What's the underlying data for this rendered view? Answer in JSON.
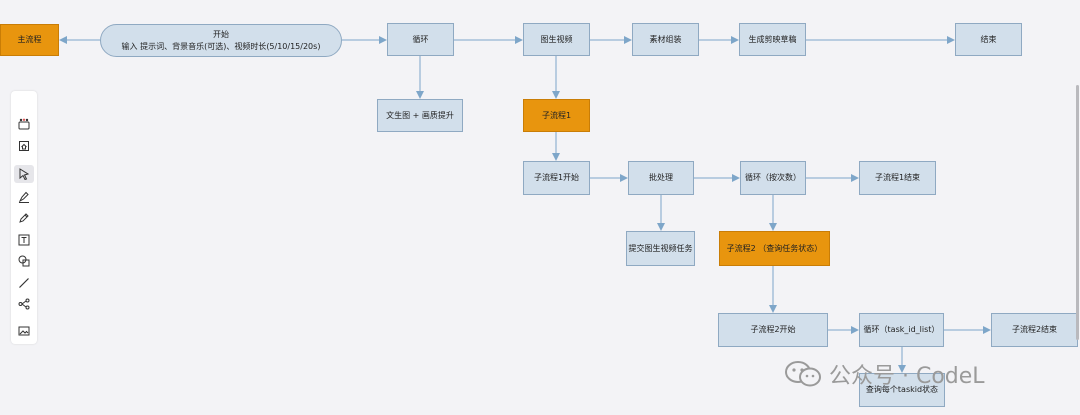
{
  "diagram": {
    "nodes": {
      "main_flow": "主流程",
      "start_title": "开始",
      "start_detail": "输入 提示词、背景音乐(可选)、视频时长(5/10/15/20s)",
      "loop1": "循环",
      "img2video": "图生视频",
      "assemble": "素材组装",
      "draft": "生成剪映草稿",
      "end": "结束",
      "txt2img": "文生图 + 画质提升",
      "sub1": "子流程1",
      "sub1_start": "子流程1开始",
      "batch": "批处理",
      "loop_times": "循环（按次数）",
      "sub1_end": "子流程1结束",
      "submit_task": "提交图生视频任务",
      "sub2": "子流程2 （查询任务状态）",
      "sub2_start": "子流程2开始",
      "loop_task": "循环（task_id_list）",
      "sub2_end": "子流程2结束",
      "query_each": "查询每个taskid状态"
    }
  },
  "toolbar": {
    "tools": [
      "template-icon",
      "home-icon",
      "pointer-icon",
      "marker-icon",
      "pen-icon",
      "text-icon",
      "shapes-icon",
      "line-icon",
      "mindmap-icon",
      "image-icon"
    ],
    "active": "pointer-icon"
  },
  "watermark": {
    "text": "公众号 · CodeL"
  },
  "colors": {
    "node_fill": "#d2dfeb",
    "node_border": "#8fa9c2",
    "accent": "#e8950e",
    "edge": "#7ea6c9",
    "background": "#f3f3f6"
  }
}
